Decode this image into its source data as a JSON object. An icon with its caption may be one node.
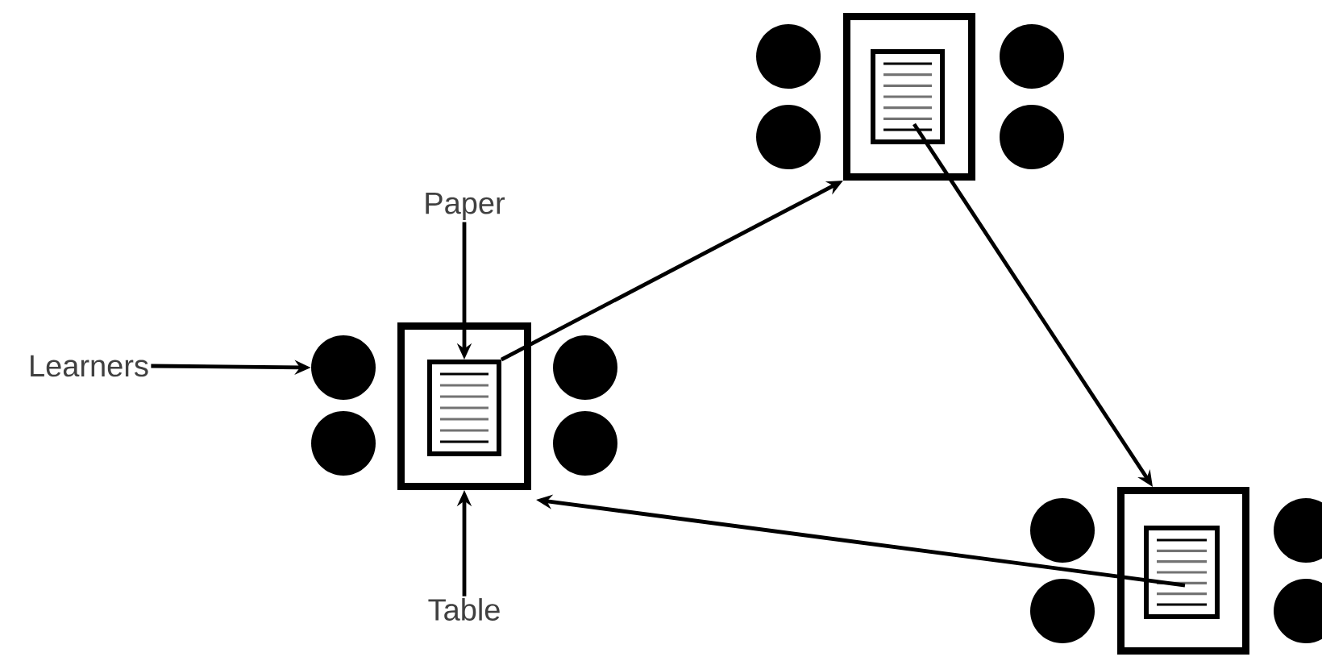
{
  "diagram": {
    "nodes": [
      {
        "text": [
          "Learners"
        ]
      },
      {
        "text": [
          "Paper"
        ]
      },
      {
        "text": [
          "Table"
        ]
      },
      {
        "text": [],
        "shape": "box"
      },
      {
        "text": [],
        "shape": "box",
        "in": 3
      },
      {
        "text": [],
        "shape": "box"
      },
      {
        "text": [],
        "shape": "box",
        "in": 5
      },
      {
        "text": [],
        "shape": "box"
      },
      {
        "text": [],
        "shape": "box",
        "in": 7
      },
      {
        "text": [],
        "shape": "circle"
      },
      {
        "text": [],
        "shape": "circle"
      },
      {
        "text": [],
        "shape": "circle"
      },
      {
        "text": [],
        "shape": "circle"
      },
      {
        "text": [],
        "shape": "circle"
      },
      {
        "text": [],
        "shape": "circle"
      },
      {
        "text": [],
        "shape": "circle"
      },
      {
        "text": [],
        "shape": "circle"
      },
      {
        "text": [],
        "shape": "circle"
      },
      {
        "text": [],
        "shape": "circle"
      },
      {
        "text": [],
        "shape": "circle"
      },
      {
        "text": [],
        "shape": "circle"
      }
    ],
    "edges": [
      {
        "from": 0,
        "to": 9,
        "arrow": "to"
      },
      {
        "from": 1,
        "to": 4,
        "arrow": "to"
      },
      {
        "from": 2,
        "to": 3,
        "arrow": "to"
      },
      {
        "from": 4,
        "to": 5,
        "arrow": "to"
      },
      {
        "from": 6,
        "to": 7,
        "arrow": "to"
      },
      {
        "from": 8,
        "to": 3,
        "arrow": "to"
      }
    ]
  }
}
